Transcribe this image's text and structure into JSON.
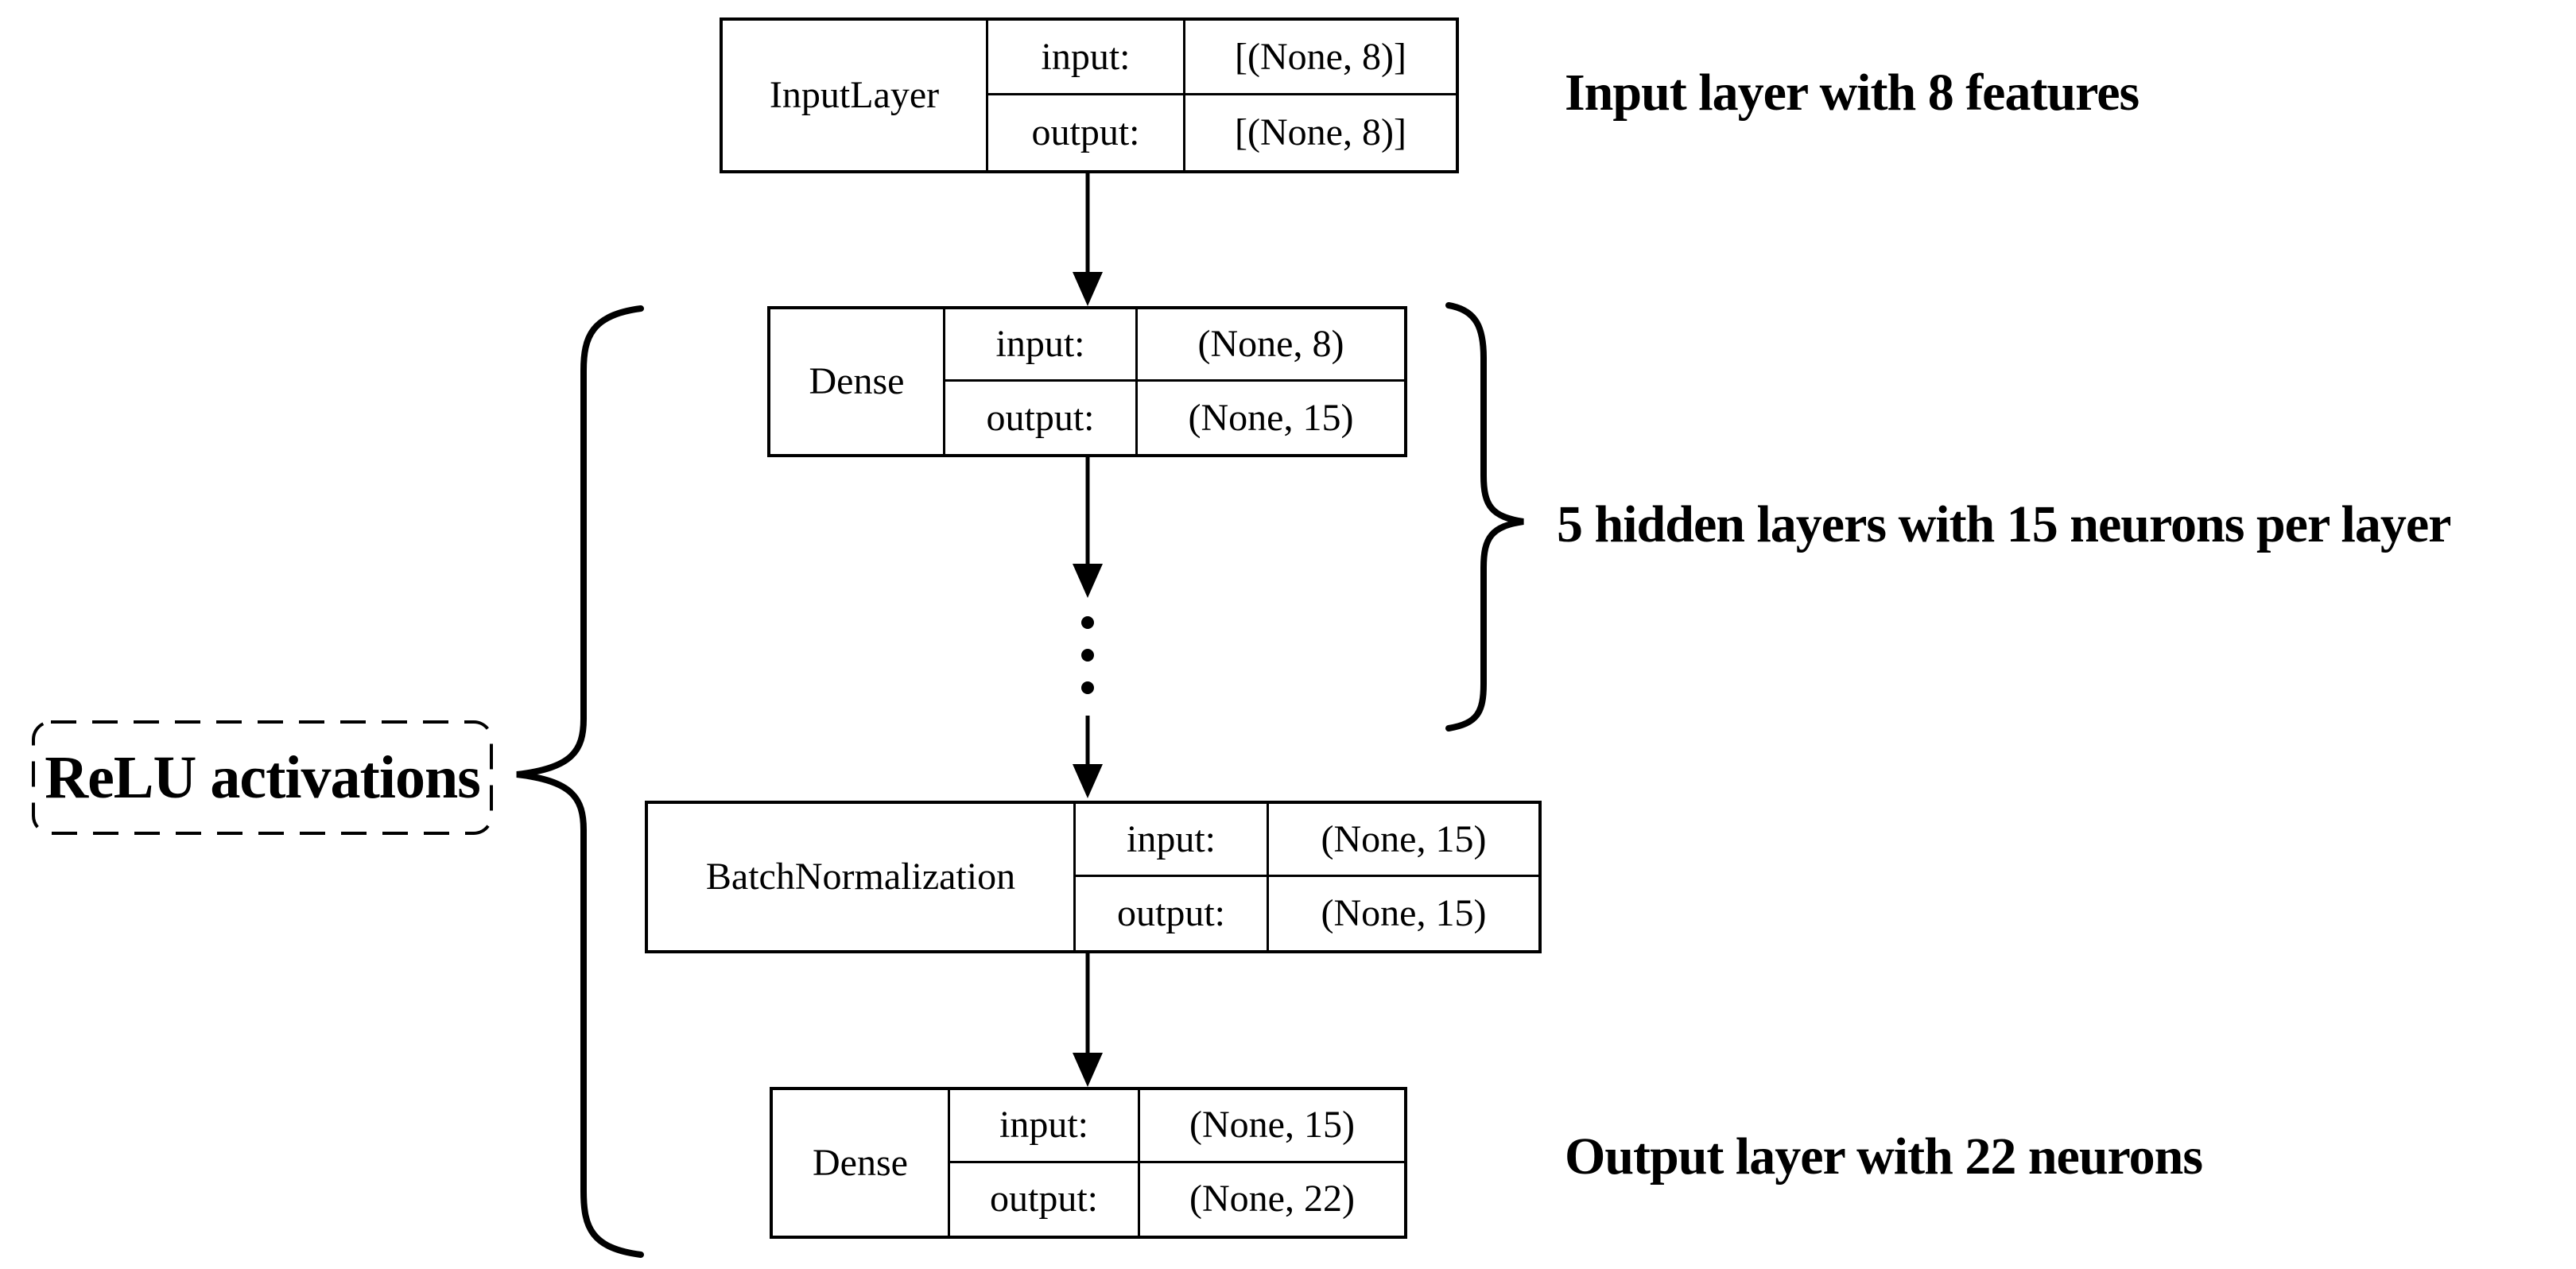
{
  "diagram": {
    "colors": {
      "ink": "#000000",
      "background": "#ffffff"
    },
    "io_labels": {
      "input": "input:",
      "output": "output:"
    },
    "layers": [
      {
        "name": "InputLayer",
        "input_shape": "[(None, 8)]",
        "output_shape": "[(None, 8)]"
      },
      {
        "name": "Dense",
        "input_shape": "(None, 8)",
        "output_shape": "(None, 15)"
      },
      {
        "name": "BatchNormalization",
        "input_shape": "(None, 15)",
        "output_shape": "(None, 15)"
      },
      {
        "name": "Dense",
        "input_shape": "(None, 15)",
        "output_shape": "(None, 22)"
      }
    ],
    "annotations": {
      "input_layer": "Input layer with 8 features",
      "hidden_layers": "5 hidden layers with 15 neurons per layer",
      "output_layer": "Output layer with 22 neurons",
      "activations": "ReLU activations"
    }
  }
}
